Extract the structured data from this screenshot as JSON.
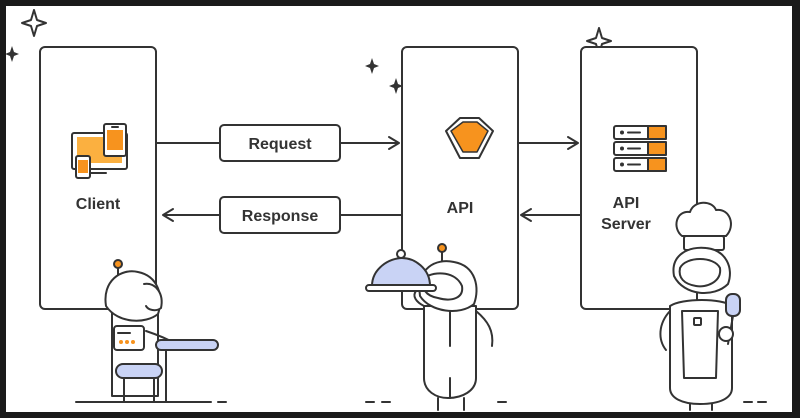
{
  "nodes": {
    "client": {
      "label": "Client"
    },
    "api": {
      "label": "API"
    },
    "server": {
      "line1": "API",
      "line2": "Server"
    }
  },
  "edges": {
    "request": {
      "label": "Request"
    },
    "response": {
      "label": "Response"
    }
  },
  "colors": {
    "ink": "#333333",
    "accent_orange": "#f7931e",
    "accent_orange_light": "#fbb040",
    "desk_lavender": "#c9d3f5",
    "background": "#ffffff"
  },
  "icons": {
    "client": "devices-icon",
    "api": "hexagon-icon",
    "server": "server-rack-icon"
  }
}
